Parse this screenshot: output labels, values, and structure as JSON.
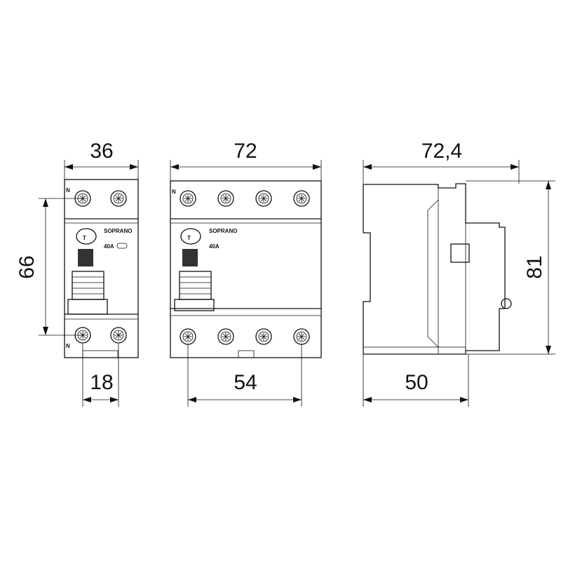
{
  "dimensions": {
    "front_2p_width": "36",
    "front_height": "66",
    "front_2p_pitch": "18",
    "front_4p_width": "72",
    "front_4p_pitch": "54",
    "side_depth": "72,4",
    "side_height": "81",
    "side_base": "50"
  },
  "labels": {
    "neutral_top": "N",
    "neutral_bottom": "N",
    "brand": "SOPRANO",
    "rating": "40A",
    "logo_letter": "T"
  }
}
